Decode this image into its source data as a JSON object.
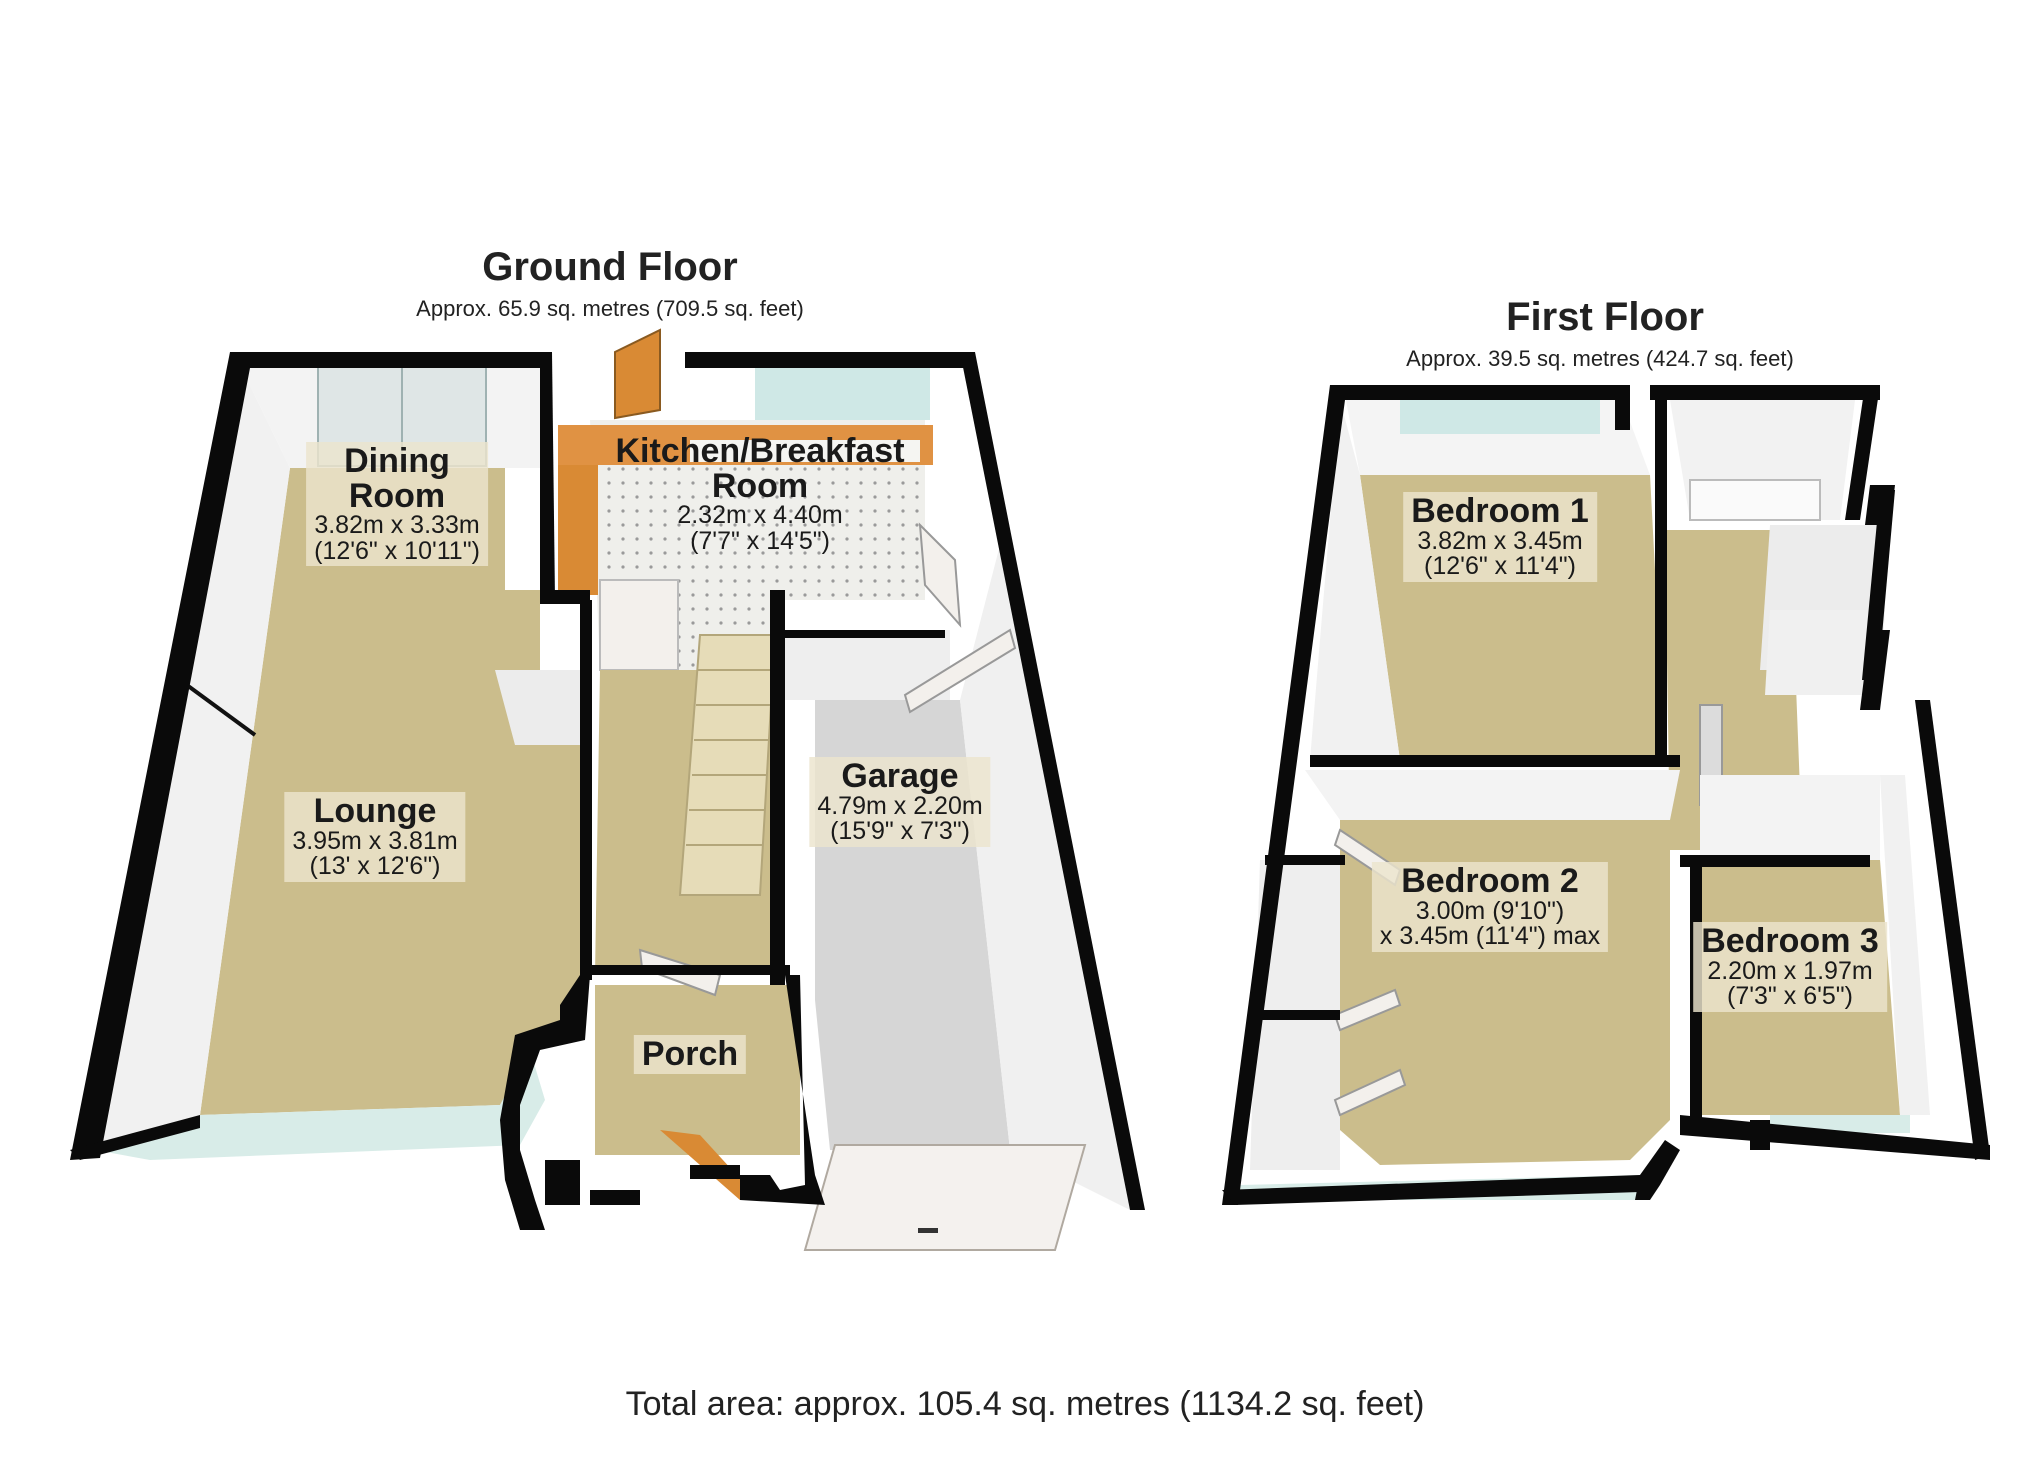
{
  "ground_floor": {
    "title": "Ground Floor",
    "area": "Approx. 65.9 sq. metres (709.5 sq. feet)",
    "rooms": {
      "dining": {
        "name": "Dining Room",
        "dim1": "3.82m x 3.33m",
        "dim2": "(12'6\" x 10'11\")"
      },
      "kitchen": {
        "name": "Kitchen/Breakfast Room",
        "dim1": "2.32m x 4.40m",
        "dim2": "(7'7\" x 14'5\")"
      },
      "lounge": {
        "name": "Lounge",
        "dim1": "3.95m x 3.81m",
        "dim2": "(13' x 12'6\")"
      },
      "garage": {
        "name": "Garage",
        "dim1": "4.79m x 2.20m",
        "dim2": "(15'9\" x 7'3\")"
      },
      "porch": {
        "name": "Porch"
      }
    }
  },
  "first_floor": {
    "title": "First Floor",
    "area": "Approx. 39.5 sq. metres (424.7 sq. feet)",
    "rooms": {
      "bedroom1": {
        "name": "Bedroom 1",
        "dim1": "3.82m x 3.45m",
        "dim2": "(12'6\" x 11'4\")"
      },
      "bedroom2": {
        "name": "Bedroom 2",
        "dim1": "3.00m (9'10\")",
        "dim2": "x 3.45m (11'4\") max"
      },
      "bedroom3": {
        "name": "Bedroom 3",
        "dim1": "2.20m x 1.97m",
        "dim2": "(7'3\" x 6'5\")"
      }
    }
  },
  "total_area": "Total area: approx. 105.4 sq. metres (1134.2 sq. feet)",
  "colors": {
    "wall": "#0a0a0a",
    "floor": "#cbbd8c",
    "wall_face": "#f1f1f1",
    "garage_floor": "#d6d6d6",
    "window": "#cfe8e6",
    "door": "#f3f0ec",
    "kitchen_floor": "#eeeeea",
    "cabinet": "#d98a34"
  }
}
